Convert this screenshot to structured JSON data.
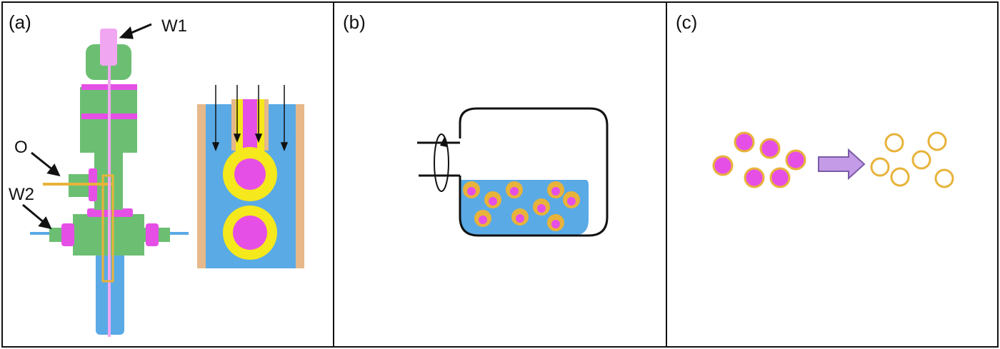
{
  "panels": {
    "a": {
      "label": "(a)"
    },
    "b": {
      "label": "(b)"
    },
    "c": {
      "label": "(c)"
    }
  },
  "callouts": {
    "w1": "W1",
    "o": "O",
    "w2": "W2"
  },
  "colors": {
    "green": "#6cbf72",
    "magenta": "#e64fe6",
    "light_magenta": "#f1a6f1",
    "blue": "#5aaae6",
    "yellow": "#f5e81c",
    "tan": "#e6b88a",
    "gold": "#e8b33a",
    "arrow_purple": "#c39be6"
  }
}
